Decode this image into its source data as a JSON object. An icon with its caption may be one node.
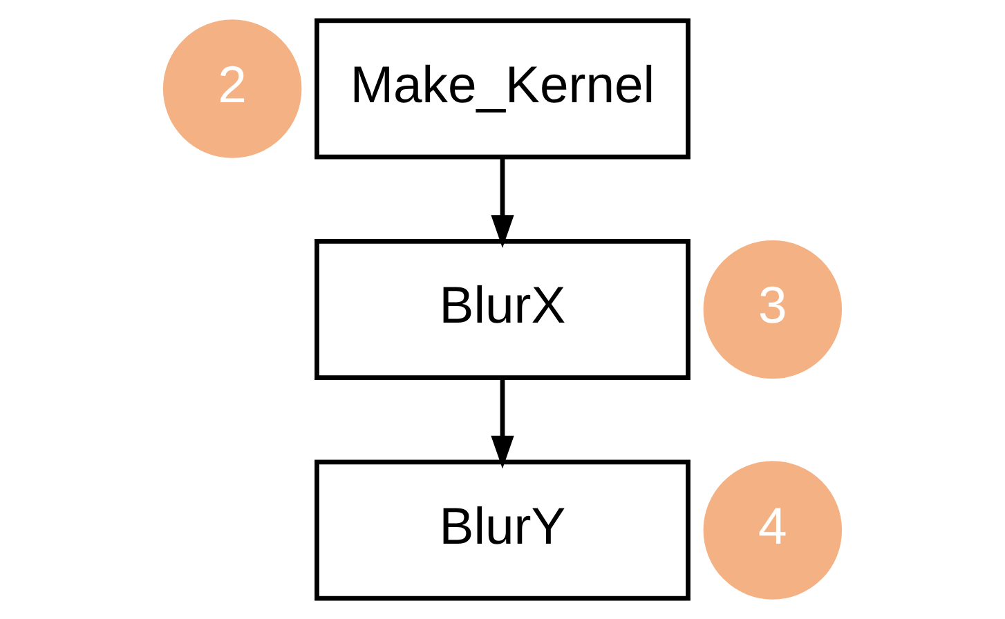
{
  "diagram": {
    "nodes": [
      {
        "text": [
          "2"
        ]
      },
      {
        "text": [
          "Make_Kernel"
        ]
      },
      {
        "text": [
          "3"
        ]
      },
      {
        "text": [
          "BlurX"
        ]
      },
      {
        "text": [
          "4"
        ]
      },
      {
        "text": [
          "BlurY"
        ]
      }
    ],
    "edges": [
      {
        "from": 1,
        "to": 3,
        "arrow": "to"
      },
      {
        "from": 3,
        "to": 5,
        "arrow": "to"
      }
    ]
  }
}
